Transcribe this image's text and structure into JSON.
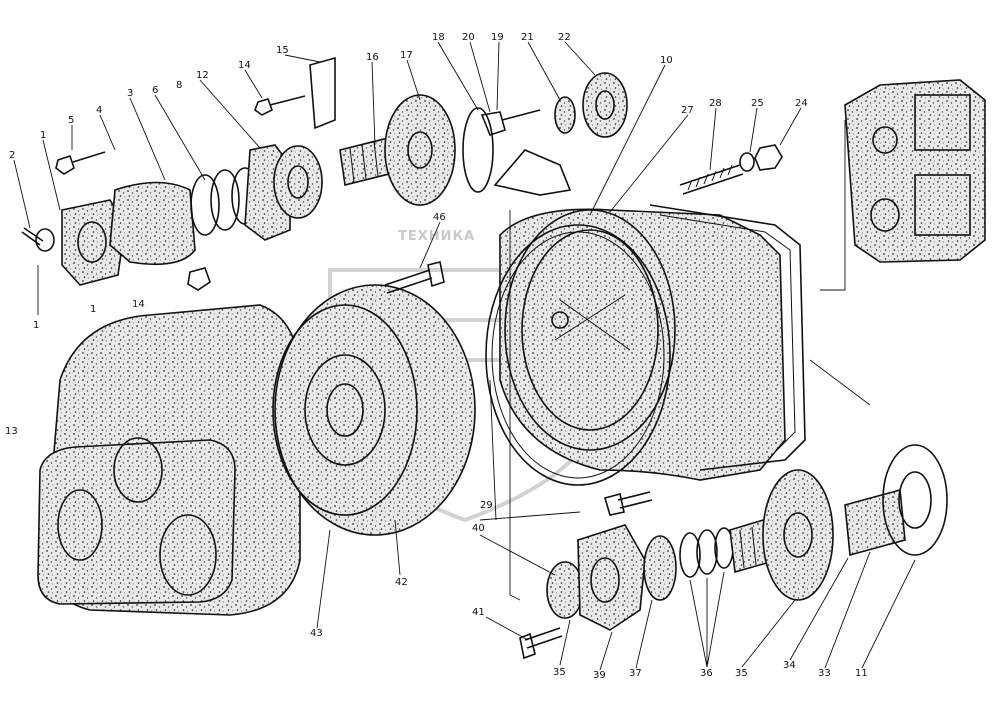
{
  "watermark": {
    "text": "ТЕХНИКА"
  },
  "callouts": [
    {
      "id": "c2",
      "label": "2"
    },
    {
      "id": "c1a",
      "label": "1"
    },
    {
      "id": "c1b",
      "label": "1"
    },
    {
      "id": "c1c",
      "label": "1"
    },
    {
      "id": "c5",
      "label": "5"
    },
    {
      "id": "c4",
      "label": "4"
    },
    {
      "id": "c3",
      "label": "3"
    },
    {
      "id": "c6",
      "label": "6"
    },
    {
      "id": "c8",
      "label": "8"
    },
    {
      "id": "c12",
      "label": "12"
    },
    {
      "id": "c14",
      "label": "14"
    },
    {
      "id": "c15",
      "label": "15"
    },
    {
      "id": "c16",
      "label": "16"
    },
    {
      "id": "c17",
      "label": "17"
    },
    {
      "id": "c18",
      "label": "18"
    },
    {
      "id": "c20",
      "label": "20"
    },
    {
      "id": "c19",
      "label": "19"
    },
    {
      "id": "c21",
      "label": "21"
    },
    {
      "id": "c22",
      "label": "22"
    },
    {
      "id": "c10",
      "label": "10"
    },
    {
      "id": "c27",
      "label": "27"
    },
    {
      "id": "c28",
      "label": "28"
    },
    {
      "id": "c25",
      "label": "25"
    },
    {
      "id": "c24",
      "label": "24"
    },
    {
      "id": "c46",
      "label": "46"
    },
    {
      "id": "c14b",
      "label": "14"
    },
    {
      "id": "c13",
      "label": "13"
    },
    {
      "id": "c29",
      "label": "29"
    },
    {
      "id": "c40",
      "label": "40"
    },
    {
      "id": "c42",
      "label": "42"
    },
    {
      "id": "c43",
      "label": "43"
    },
    {
      "id": "c41",
      "label": "41"
    },
    {
      "id": "c35",
      "label": "35"
    },
    {
      "id": "c39",
      "label": "39"
    },
    {
      "id": "c37",
      "label": "37"
    },
    {
      "id": "c36",
      "label": "36"
    },
    {
      "id": "c35b",
      "label": "35"
    },
    {
      "id": "c34",
      "label": "34"
    },
    {
      "id": "c33",
      "label": "33"
    },
    {
      "id": "c11",
      "label": "11"
    }
  ]
}
